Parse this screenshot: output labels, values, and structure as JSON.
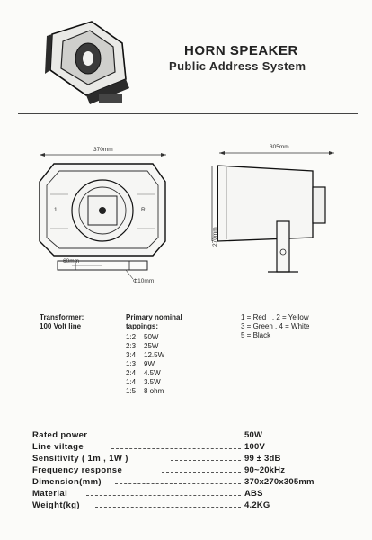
{
  "header": {
    "title": "HORN SPEAKER",
    "subtitle": "Public Address System"
  },
  "drawing": {
    "front_width": "370mm",
    "side_depth": "305mm",
    "height": "270mm",
    "bracket_width": "60mm",
    "hole": "Φ10mm",
    "tap_left": "1",
    "tap_right": "R"
  },
  "transformer": {
    "label": "Transformer:",
    "line": "100 Volt line"
  },
  "tappings": {
    "heading_1": "Primary nominal",
    "heading_2": "tappings:",
    "rows": [
      {
        "tap": "1:2",
        "value": "50W"
      },
      {
        "tap": "2:3",
        "value": "25W"
      },
      {
        "tap": "3:4",
        "value": "12.5W"
      },
      {
        "tap": "1:3",
        "value": "9W"
      },
      {
        "tap": "2:4",
        "value": "4.5W"
      },
      {
        "tap": "1:4",
        "value": "3.5W"
      },
      {
        "tap": "1:5",
        "value": "8 ohm"
      }
    ]
  },
  "wire_colors": {
    "line_1": "1 = Red   , 2 = Yellow",
    "line_2": "3 = Green , 4 = White",
    "line_3": "5 = Black"
  },
  "specs": [
    {
      "label": "Rated power",
      "value": "50W"
    },
    {
      "label": "Line viltage",
      "value": "100V"
    },
    {
      "label": "Sensitivity ( 1m , 1W )",
      "value": "99 ± 3dB"
    },
    {
      "label": "Frequency response",
      "value": "90~20kHz"
    },
    {
      "label": "Dimension(mm)",
      "value": "370x270x305mm"
    },
    {
      "label": "Material",
      "value": "ABS"
    },
    {
      "label": "Weight(kg)",
      "value": "4.2KG"
    }
  ]
}
